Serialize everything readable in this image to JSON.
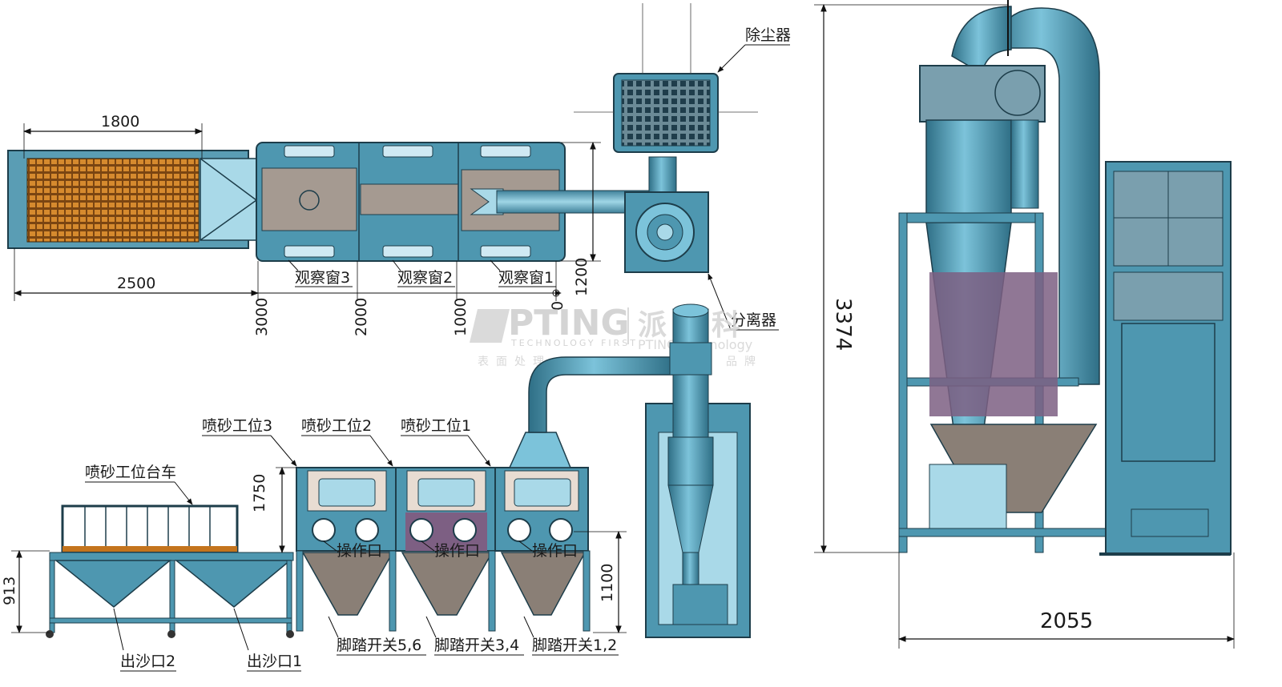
{
  "top_view": {
    "dim_1800": "1800",
    "dim_2500": "2500",
    "dim_1200": "1200",
    "scale_3000": "3000",
    "scale_2000": "2000",
    "scale_1000": "1000",
    "scale_0": "0",
    "window3": "观察窗3",
    "window2": "观察窗2",
    "window1": "观察窗1",
    "dust_collector": "除尘器",
    "separator": "分离器"
  },
  "front_view": {
    "station3": "喷砂工位3",
    "station2": "喷砂工位2",
    "station1": "喷砂工位1",
    "cart": "喷砂工位台车",
    "dim_1750": "1750",
    "dim_913": "913",
    "dim_1100": "1100",
    "port": "操作口",
    "outlet2": "出沙口2",
    "outlet1": "出沙口1",
    "pedal56": "脚踏开关5,6",
    "pedal34": "脚踏开关3,4",
    "pedal12": "脚踏开关1,2"
  },
  "side_view": {
    "dim_3374": "3374",
    "dim_2055": "2055"
  },
  "watermark": {
    "brand": "PTING",
    "tagline": "TECHNOLOGY FIRST",
    "brand_cn": "派",
    "brand_cn2": "科",
    "brand_tech": "PTING Technology",
    "slogan": "表面处理",
    "slogan2": "品牌"
  },
  "colors": {
    "machine": "#4e97b0",
    "machine_light": "#a9d9e8",
    "steel_dark": "#2f5f73",
    "grate": "#c4741d",
    "purple": "#7d5f83",
    "grey_panel": "#a59a91",
    "hopper": "#8a7f76"
  }
}
